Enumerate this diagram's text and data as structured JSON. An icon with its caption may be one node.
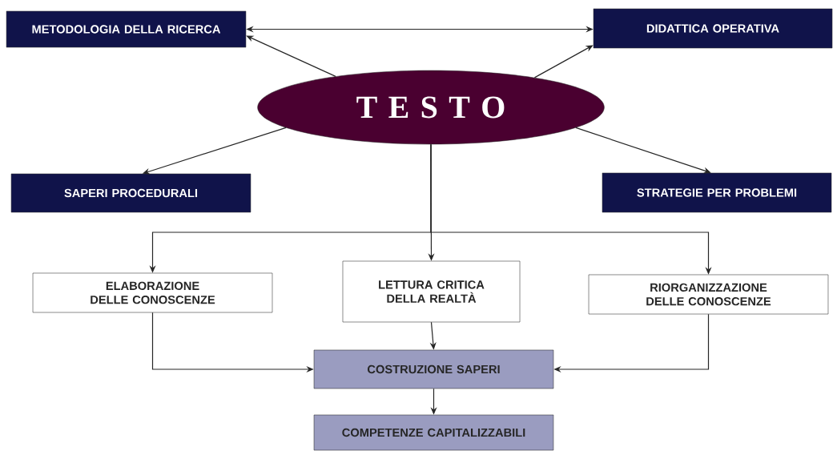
{
  "diagram": {
    "nodes": [
      {
        "text": [
          "METODOLOGIA DELLA RICERCA"
        ]
      },
      {
        "text": [
          "DIDATTICA OPERATIVA"
        ]
      },
      {
        "text": [
          "T E S T O"
        ]
      },
      {
        "text": [
          "SAPERI PROCEDURALI"
        ]
      },
      {
        "text": [
          "STRATEGIE PER PROBLEMI"
        ]
      },
      {
        "text": [
          "ELABORAZIONE DELLE CONOSCENZE"
        ]
      },
      {
        "text": [
          "LETTURA CRITICA DELLA REALTÀ"
        ]
      },
      {
        "text": [
          "RIORGANIZZAZIONE DELLE CONOSCENZE"
        ]
      },
      {
        "text": [
          "COSTRUZIONE SAPERI"
        ]
      },
      {
        "text": [
          "COMPETENZE CAPITALIZZABILI"
        ]
      }
    ],
    "edges": [
      {
        "from": 0,
        "to": 1,
        "arrow": "both"
      },
      {
        "from": 2,
        "to": 0,
        "arrow": "to"
      },
      {
        "from": 2,
        "to": 1,
        "arrow": "to"
      },
      {
        "from": 2,
        "to": 3,
        "arrow": "to"
      },
      {
        "from": 2,
        "to": 4,
        "arrow": "to"
      },
      {
        "from": 2,
        "to": 5,
        "arrow": "to"
      },
      {
        "from": 2,
        "to": 6,
        "arrow": "to"
      },
      {
        "from": 2,
        "to": 7,
        "arrow": "to"
      },
      {
        "from": 5,
        "to": 8,
        "arrow": "to"
      },
      {
        "from": 6,
        "to": 8,
        "arrow": "to"
      },
      {
        "from": 7,
        "to": 8,
        "arrow": "to"
      },
      {
        "from": 8,
        "to": 9,
        "arrow": "to"
      }
    ]
  }
}
